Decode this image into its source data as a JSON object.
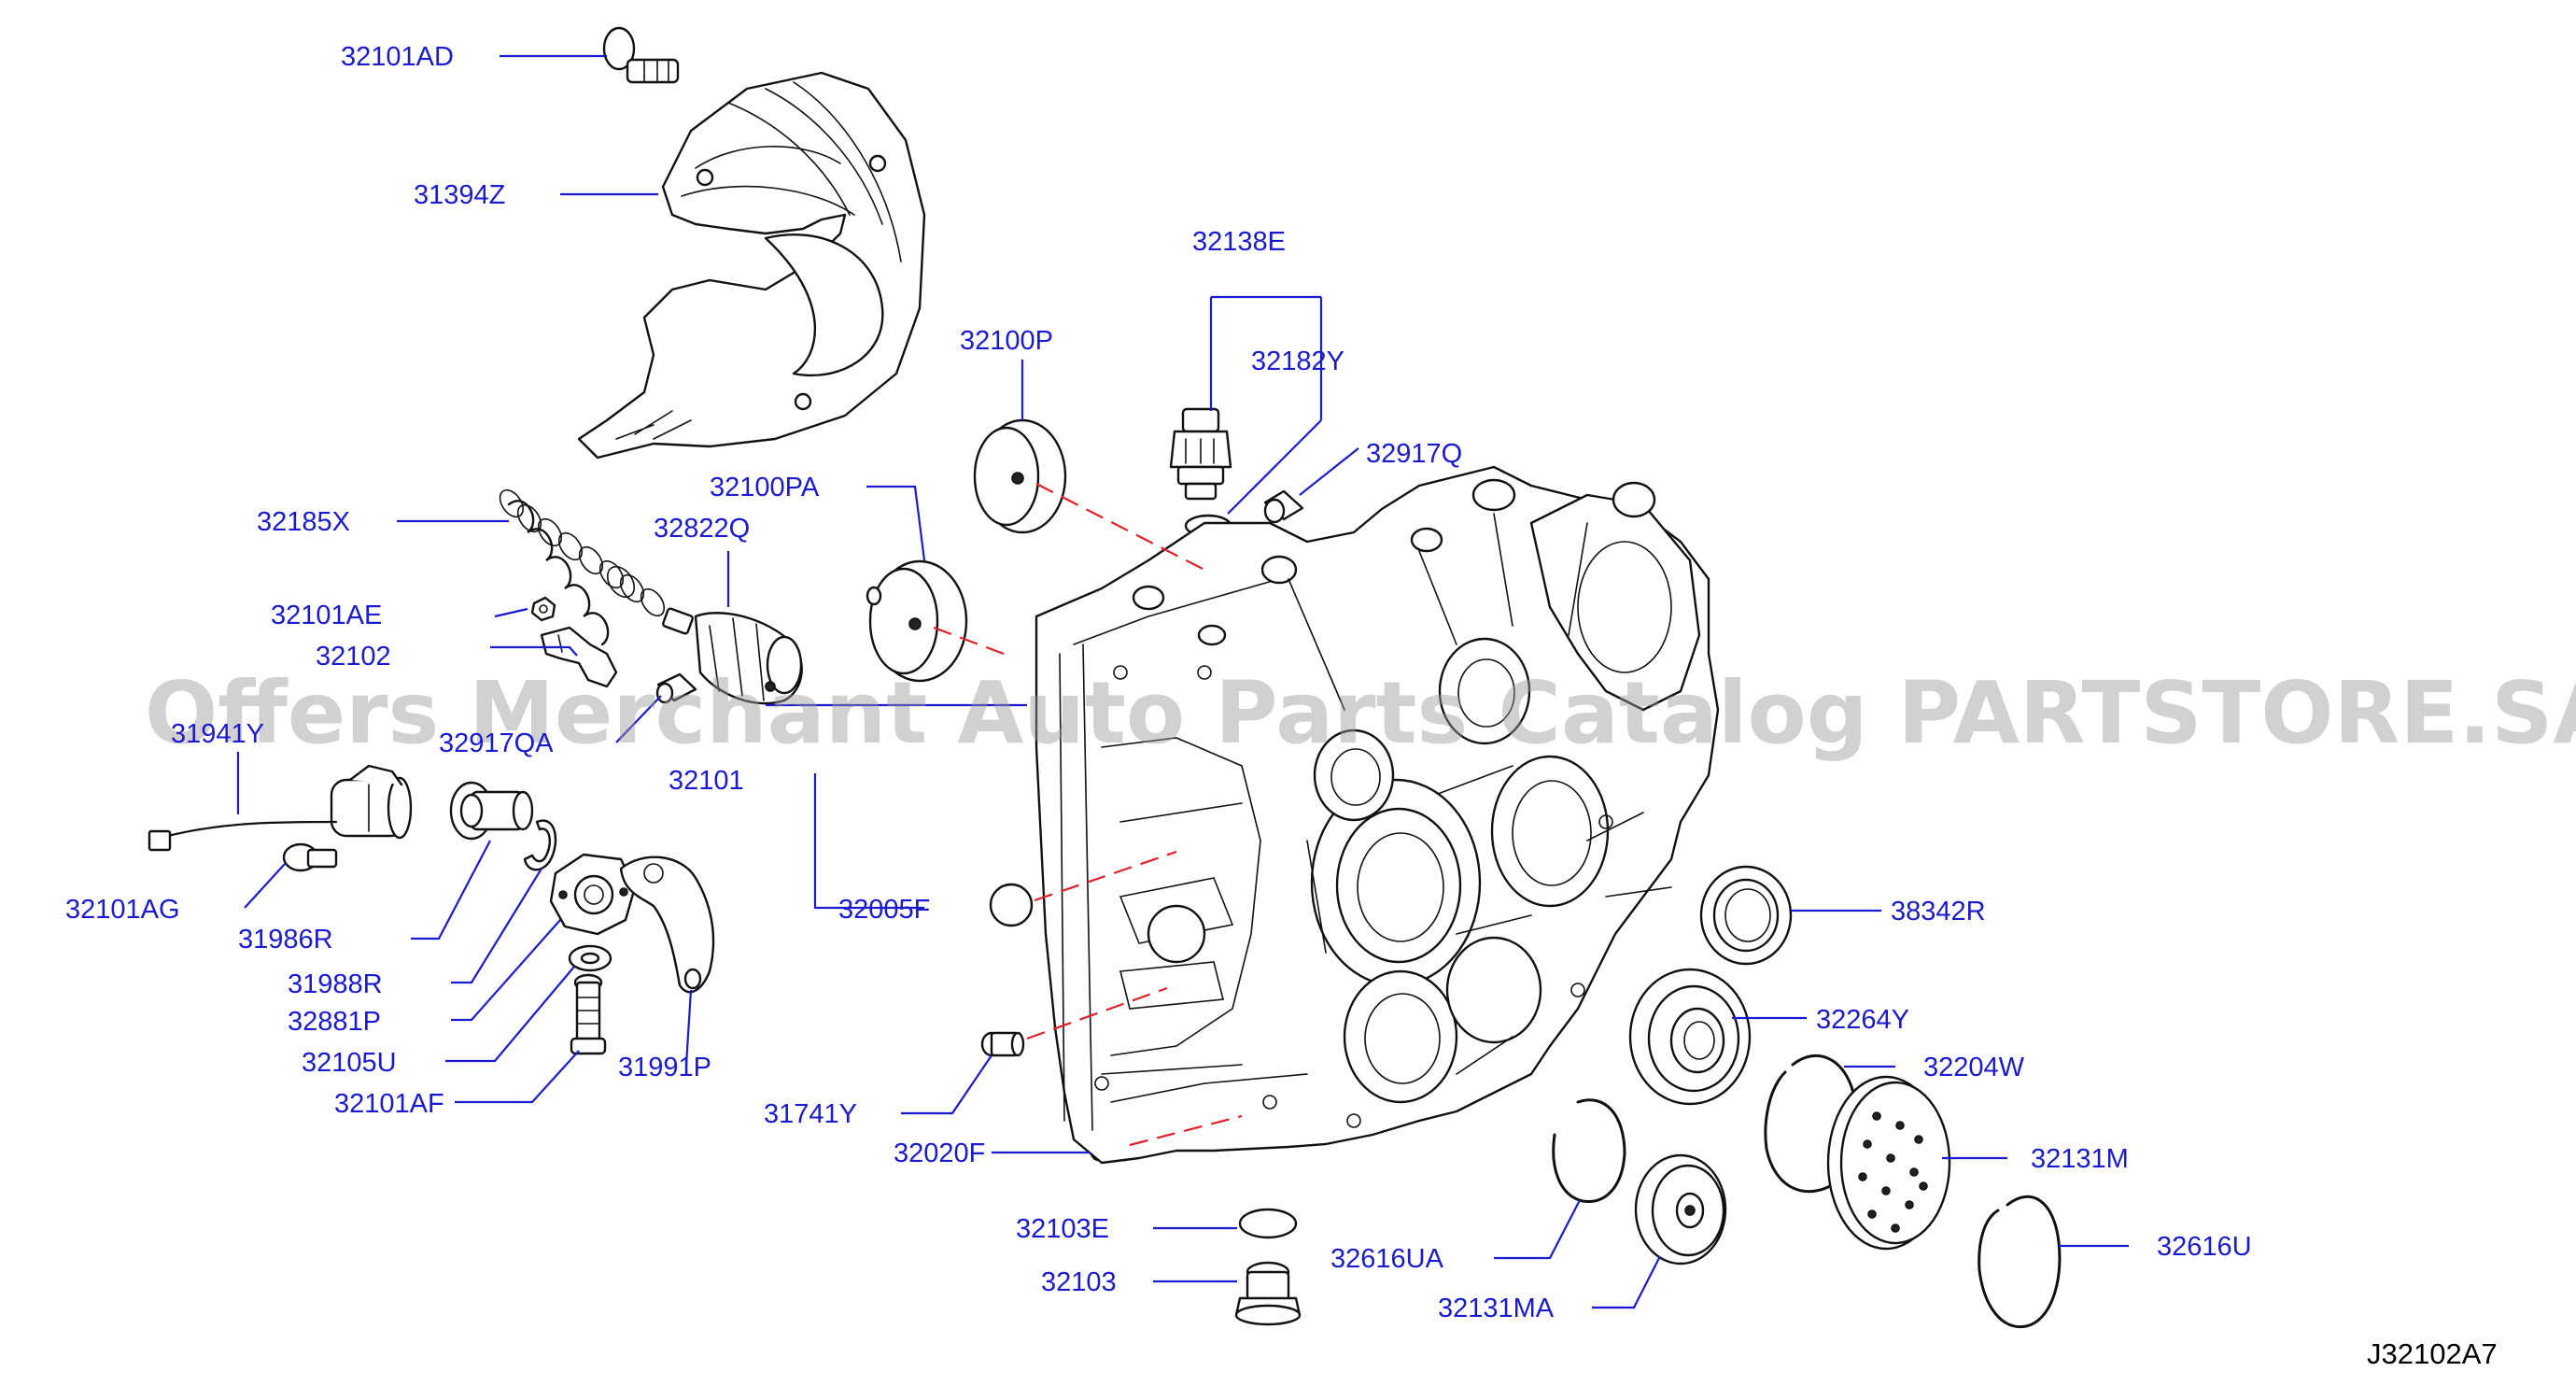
{
  "diagram_code": "J32102A7",
  "watermark": "Offers Merchant Auto Parts Catalog PARTSTORE.SA",
  "labels": {
    "p32101AD": "32101AD",
    "p31394Z": "31394Z",
    "p32138E": "32138E",
    "p32100P": "32100P",
    "p32182Y": "32182Y",
    "p32917Q": "32917Q",
    "p32185X": "32185X",
    "p32100PA": "32100PA",
    "p32822Q": "32822Q",
    "p32101AE": "32101AE",
    "p32102": "32102",
    "p31941Y": "31941Y",
    "p32917QA": "32917QA",
    "p32101": "32101",
    "p32101AG": "32101AG",
    "p31986R": "31986R",
    "p32005F": "32005F",
    "p38342R": "38342R",
    "p31988R": "31988R",
    "p32264Y": "32264Y",
    "p32881P": "32881P",
    "p32204W": "32204W",
    "p32105U": "32105U",
    "p31991P": "31991P",
    "p32101AF": "32101AF",
    "p31741Y": "31741Y",
    "p32131M": "32131M",
    "p32020F": "32020F",
    "p32103E": "32103E",
    "p32616UA": "32616UA",
    "p32616U": "32616U",
    "p32103": "32103",
    "p32131MA": "32131MA"
  }
}
